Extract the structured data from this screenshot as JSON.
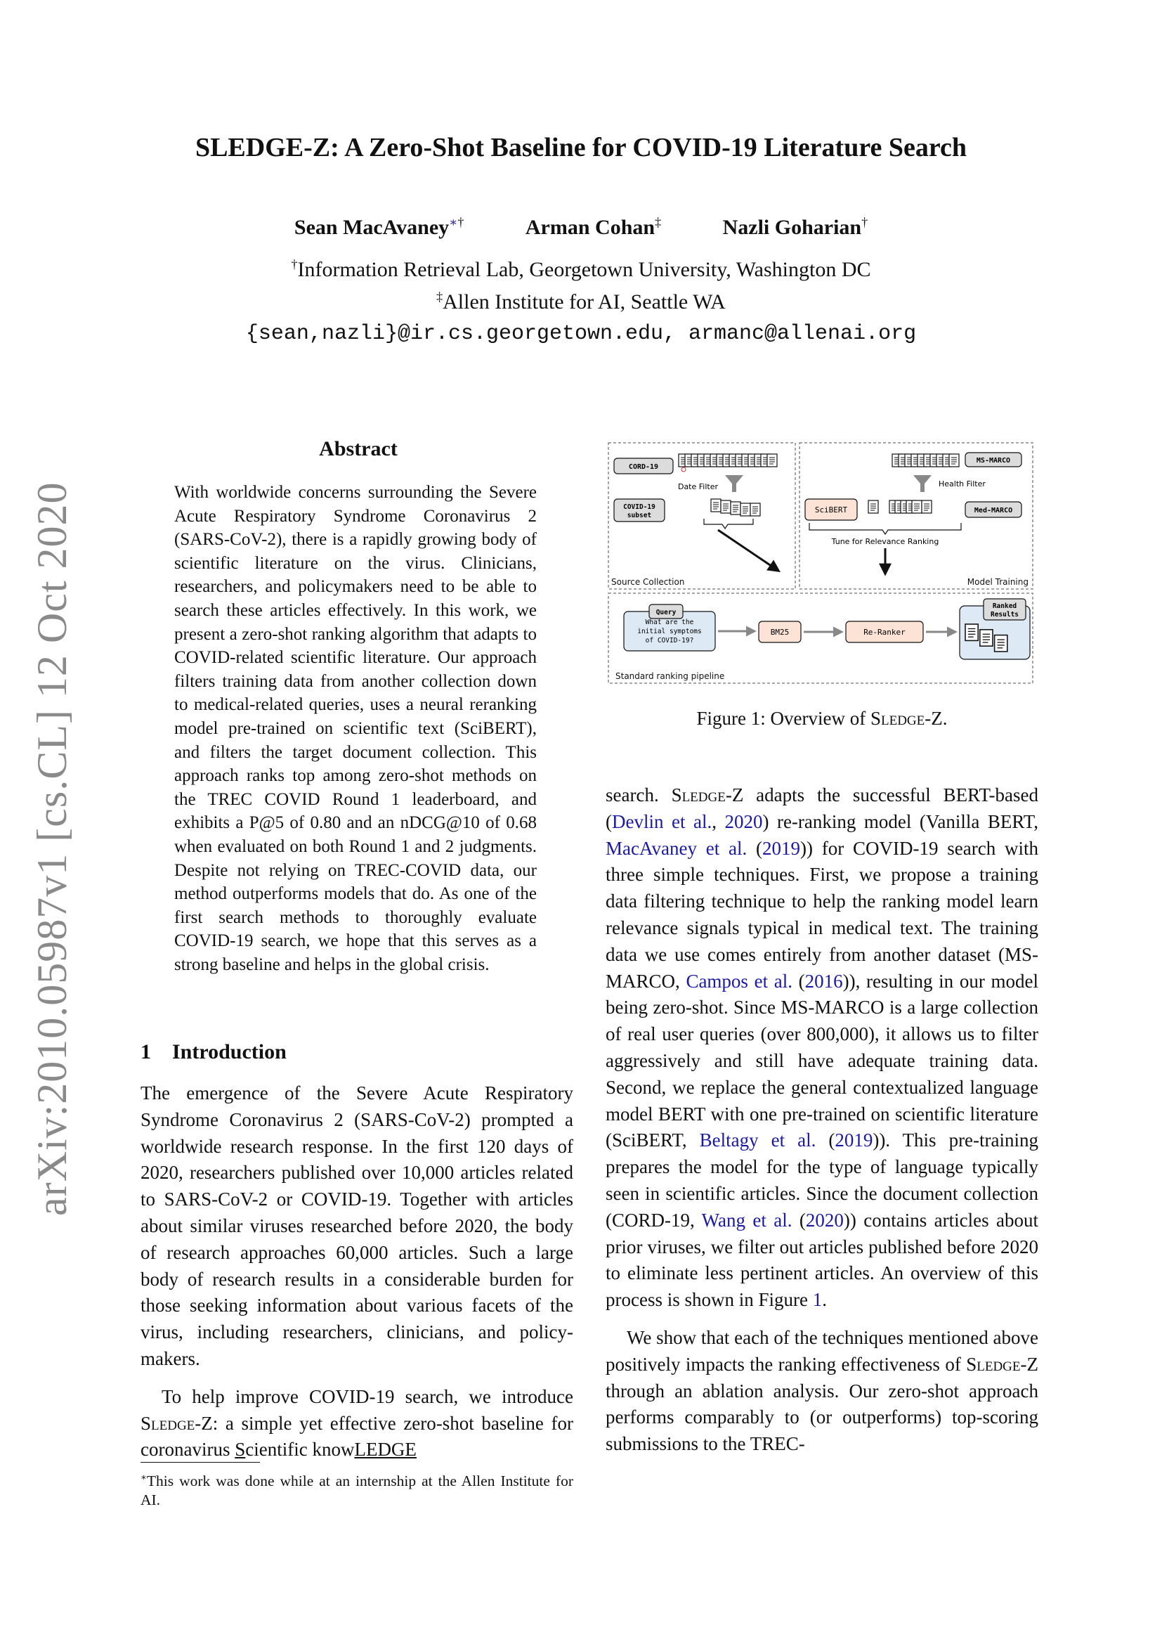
{
  "paper": {
    "title": "SLEDGE-Z: A Zero-Shot Baseline for COVID-19 Literature Search",
    "authors": [
      {
        "name": "Sean MacAvaney",
        "marks": "†",
        "ast": "∗"
      },
      {
        "name": "Arman Cohan",
        "marks": "‡",
        "ast": ""
      },
      {
        "name": "Nazli Goharian",
        "marks": "†",
        "ast": ""
      }
    ],
    "affiliation_1_mark": "†",
    "affiliation_1": "Information Retrieval Lab, Georgetown University, Washington DC",
    "affiliation_2_mark": "‡",
    "affiliation_2": "Allen Institute for AI, Seattle WA",
    "emails": "{sean,nazli}@ir.cs.georgetown.edu, armanc@allenai.org",
    "arxiv_id": "arXiv:2010.05987v1  [cs.CL]  12 Oct 2020"
  },
  "abstract": {
    "heading": "Abstract",
    "text": "With worldwide concerns surrounding the Severe Acute Respiratory Syndrome Coronavirus 2 (SARS-CoV-2), there is a rapidly growing body of scientific literature on the virus. Clinicians, researchers, and policymakers need to be able to search these articles effectively. In this work, we present a zero-shot ranking algorithm that adapts to COVID-related scientific literature. Our approach filters training data from another collection down to medical-related queries, uses a neural reranking model pre-trained on scientific text (SciBERT), and filters the target document collection. This approach ranks top among zero-shot methods on the TREC COVID Round 1 leaderboard, and exhibits a P@5 of 0.80 and an nDCG@10 of 0.68 when evaluated on both Round 1 and 2 judgments. Despite not relying on TREC-COVID data, our method outperforms models that do. As one of the first search methods to thoroughly evaluate COVID-19 search, we hope that this serves as a strong baseline and helps in the global crisis."
  },
  "intro": {
    "number": "1",
    "heading": "Introduction",
    "p1": "The emergence of the Severe Acute Respiratory Syndrome Coronavirus 2 (SARS-CoV-2) prompted a worldwide research response. In the first 120 days of 2020, researchers published over 10,000 articles related to SARS-CoV-2 or COVID-19. Together with articles about similar viruses researched before 2020, the body of research approaches 60,000 articles. Such a large body of research results in a considerable burden for those seeking information about various facets of the virus, including researchers, clinicians, and policy-makers.",
    "p2_a": "To help improve COVID-19 search, we introduce ",
    "p2_sc": "Sledge",
    "p2_b": "-Z: a simple yet effective zero-shot baseline for coronavirus ",
    "p2_s": "S",
    "p2_c": "cientific know",
    "p2_ledge": "LEDGE"
  },
  "footnote": {
    "mark": "∗",
    "text": "This work was done while at an internship at the Allen Institute for AI."
  },
  "figure": {
    "caption_a": "Figure 1: Overview of ",
    "caption_sc": "Sledge",
    "caption_b": "-Z.",
    "source_collection": "Source Collection",
    "model_training": "Model Training",
    "pipeline": "Standard ranking pipeline",
    "cord19": "CORD-19",
    "date_filter": "Date Filter",
    "covid_subset_1": "COVID-19",
    "covid_subset_2": "subset",
    "msmarco": "MS-MARCO",
    "health_filter": "Health Filter",
    "scibert": "SciBERT",
    "med_marco": "Med-MARCO",
    "tune": "Tune for Relevance Ranking",
    "query": "Query",
    "query_text_1": "What are the",
    "query_text_2": "initial symptoms",
    "query_text_3": "of COVID-19?",
    "bm25": "BM25",
    "reranker": "Re-Ranker",
    "ranked_1": "Ranked",
    "ranked_2": "Results"
  },
  "right_col": {
    "r1_a": "search. ",
    "r1_sc": "Sledge",
    "r1_b": "-Z adapts the successful BERT-based (",
    "r1_l1": "Devlin et al.",
    "r1_c": ", ",
    "r1_l2": "2020",
    "r1_d": ") re-ranking model (Vanilla BERT, ",
    "r1_l3": "MacAvaney et al.",
    "r1_e": " (",
    "r1_l4": "2019",
    "r1_f": ")) for COVID-19 search with three simple techniques. First, we propose a training data filtering technique to help the ranking model learn relevance signals typical in medical text. The training data we use comes entirely from another dataset (MS-MARCO, ",
    "r1_l5": "Campos et al.",
    "r1_g": " (",
    "r1_l6": "2016",
    "r1_h": ")), resulting in our model being zero-shot. Since MS-MARCO is a large collection of real user queries (over 800,000), it allows us to filter aggressively and still have adequate training data. Second, we replace the general contextualized language model BERT with one pre-trained on scientific literature (SciBERT, ",
    "r1_l7": "Beltagy et al.",
    "r1_i": " (",
    "r1_l8": "2019",
    "r1_j": ")). This pre-training prepares the model for the type of language typically seen in scientific articles. Since the document collection (CORD-19, ",
    "r1_l9": "Wang et al.",
    "r1_k": " (",
    "r1_l10": "2020",
    "r1_l": ")) contains articles about prior viruses, we filter out articles published before 2020 to eliminate less pertinent articles. An overview of this process is shown in Figure ",
    "r1_l11": "1",
    "r1_m": ".",
    "r2_a": "We show that each of the techniques mentioned above positively impacts the ranking effectiveness of ",
    "r2_sc": "Sledge",
    "r2_b": "-Z through an ablation analysis. Our zero-shot approach performs comparably to (or outperforms) top-scoring submissions to the TREC-"
  }
}
